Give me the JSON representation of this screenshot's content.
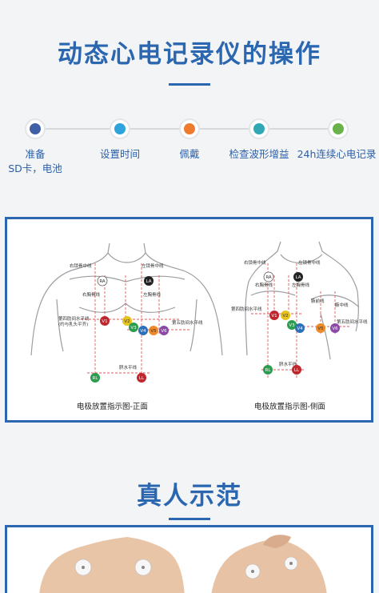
{
  "title": "动态心电记录仪的操作",
  "timeline": {
    "steps": [
      {
        "label": "准备\nSD卡，电池",
        "color": "#3f5fa6"
      },
      {
        "label": "设置时间",
        "color": "#2fa3dc"
      },
      {
        "label": "佩戴",
        "color": "#ef7b2f"
      },
      {
        "label": "检查波形增益",
        "color": "#32a8b6"
      },
      {
        "label": "24h连续心电记录",
        "color": "#6ab34a"
      }
    ]
  },
  "diagram": {
    "front": {
      "caption": "电极放置指示图-正面",
      "labels": {
        "right_clavicle": "右锁骨中线",
        "left_clavicle": "左锁骨中线",
        "right_sternal": "右胸骨线",
        "left_sternal": "左胸骨线",
        "fourth_intercostal": "第四肋间水平线",
        "fourth_sub": "(约与乳头平齐)",
        "fifth_intercostal": "第五肋间水平线",
        "navel_line": "脐水平线"
      },
      "electrodes": [
        "RA",
        "LA",
        "V1",
        "V2",
        "V3",
        "V4",
        "V5",
        "V6",
        "RL",
        "LL"
      ]
    },
    "side": {
      "caption": "电极放置指示图-侧面",
      "labels": {
        "right_clavicle": "右锁骨中线",
        "left_clavicle": "左锁骨中线",
        "right_sternal": "右胸骨线",
        "left_sternal": "左胸骨线",
        "fourth_intercostal": "第四肋间水平线",
        "fifth_intercostal": "第五肋间水平线",
        "navel_line": "脐水平线",
        "axillary": "腋前线",
        "mid_axillary": "腋中线"
      },
      "electrodes": [
        "RA",
        "LA",
        "V1",
        "V2",
        "V3",
        "V4",
        "V5",
        "V6",
        "RL",
        "LL"
      ]
    }
  },
  "demo_title": "真人示范"
}
